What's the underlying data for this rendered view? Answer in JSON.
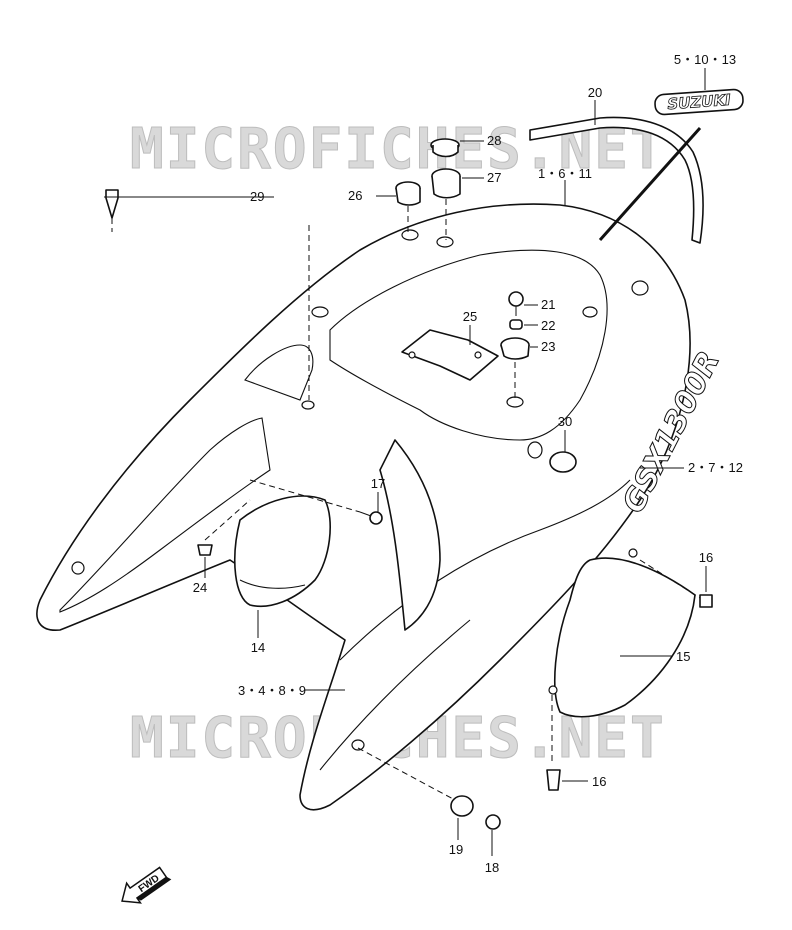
{
  "watermark": "MICROFICHES.NET",
  "decal_suzuki": "SUZUKI",
  "decal_model": "GSX1300R",
  "fwd_label": "FWD",
  "callouts": {
    "c_5_10_13": "5・10・13",
    "c_20": "20",
    "c_28": "28",
    "c_26": "26",
    "c_27": "27",
    "c_29": "29",
    "c_1_6_11": "1・6・11",
    "c_21": "21",
    "c_22": "22",
    "c_25": "25",
    "c_23": "23",
    "c_30": "30",
    "c_2_7_12": "2・7・12",
    "c_17": "17",
    "c_24": "24",
    "c_14": "14",
    "c_16a": "16",
    "c_15": "15",
    "c_3_4_8_9": "3・4・8・9",
    "c_16b": "16",
    "c_19": "19",
    "c_18": "18"
  }
}
